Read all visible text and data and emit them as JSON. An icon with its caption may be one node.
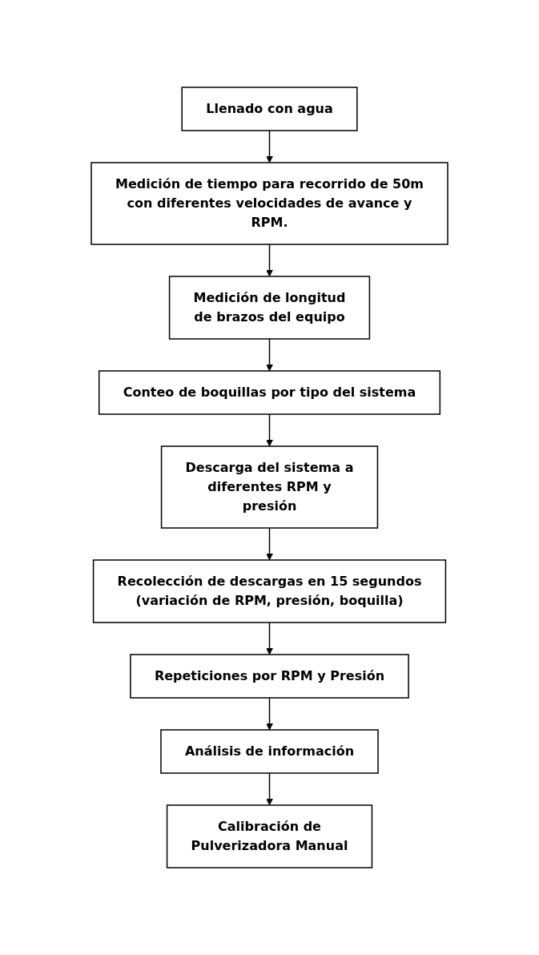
{
  "diagram": {
    "nodes": [
      {
        "text": [
          "Llenado con agua"
        ]
      },
      {
        "text": [
          "Medición de tiempo para recorrido de 50m con diferentes velocidades de avance y RPM."
        ]
      },
      {
        "text": [
          "Medición de longitud de brazos del equipo"
        ]
      },
      {
        "text": [
          "Conteo de boquillas por tipo del sistema"
        ]
      },
      {
        "text": [
          "Descarga del sistema a diferentes RPM y presión"
        ]
      },
      {
        "text": [
          "Recolección de descargas en 15 segundos (variación de RPM, presión, boquilla)"
        ]
      },
      {
        "text": [
          "Repeticiones por RPM y Presión"
        ]
      },
      {
        "text": [
          "Análisis de información"
        ]
      },
      {
        "text": [
          "Calibración de Pulverizadora Manual"
        ]
      }
    ],
    "edges": [
      {
        "from": 0,
        "to": 1,
        "arrow": "to"
      },
      {
        "from": 1,
        "to": 2,
        "arrow": "to"
      },
      {
        "from": 2,
        "to": 3,
        "arrow": "to"
      },
      {
        "from": 3,
        "to": 4,
        "arrow": "to"
      },
      {
        "from": 4,
        "to": 5,
        "arrow": "to"
      },
      {
        "from": 5,
        "to": 6,
        "arrow": "to"
      },
      {
        "from": 6,
        "to": 7,
        "arrow": "to"
      },
      {
        "from": 7,
        "to": 8,
        "arrow": "to"
      }
    ]
  }
}
